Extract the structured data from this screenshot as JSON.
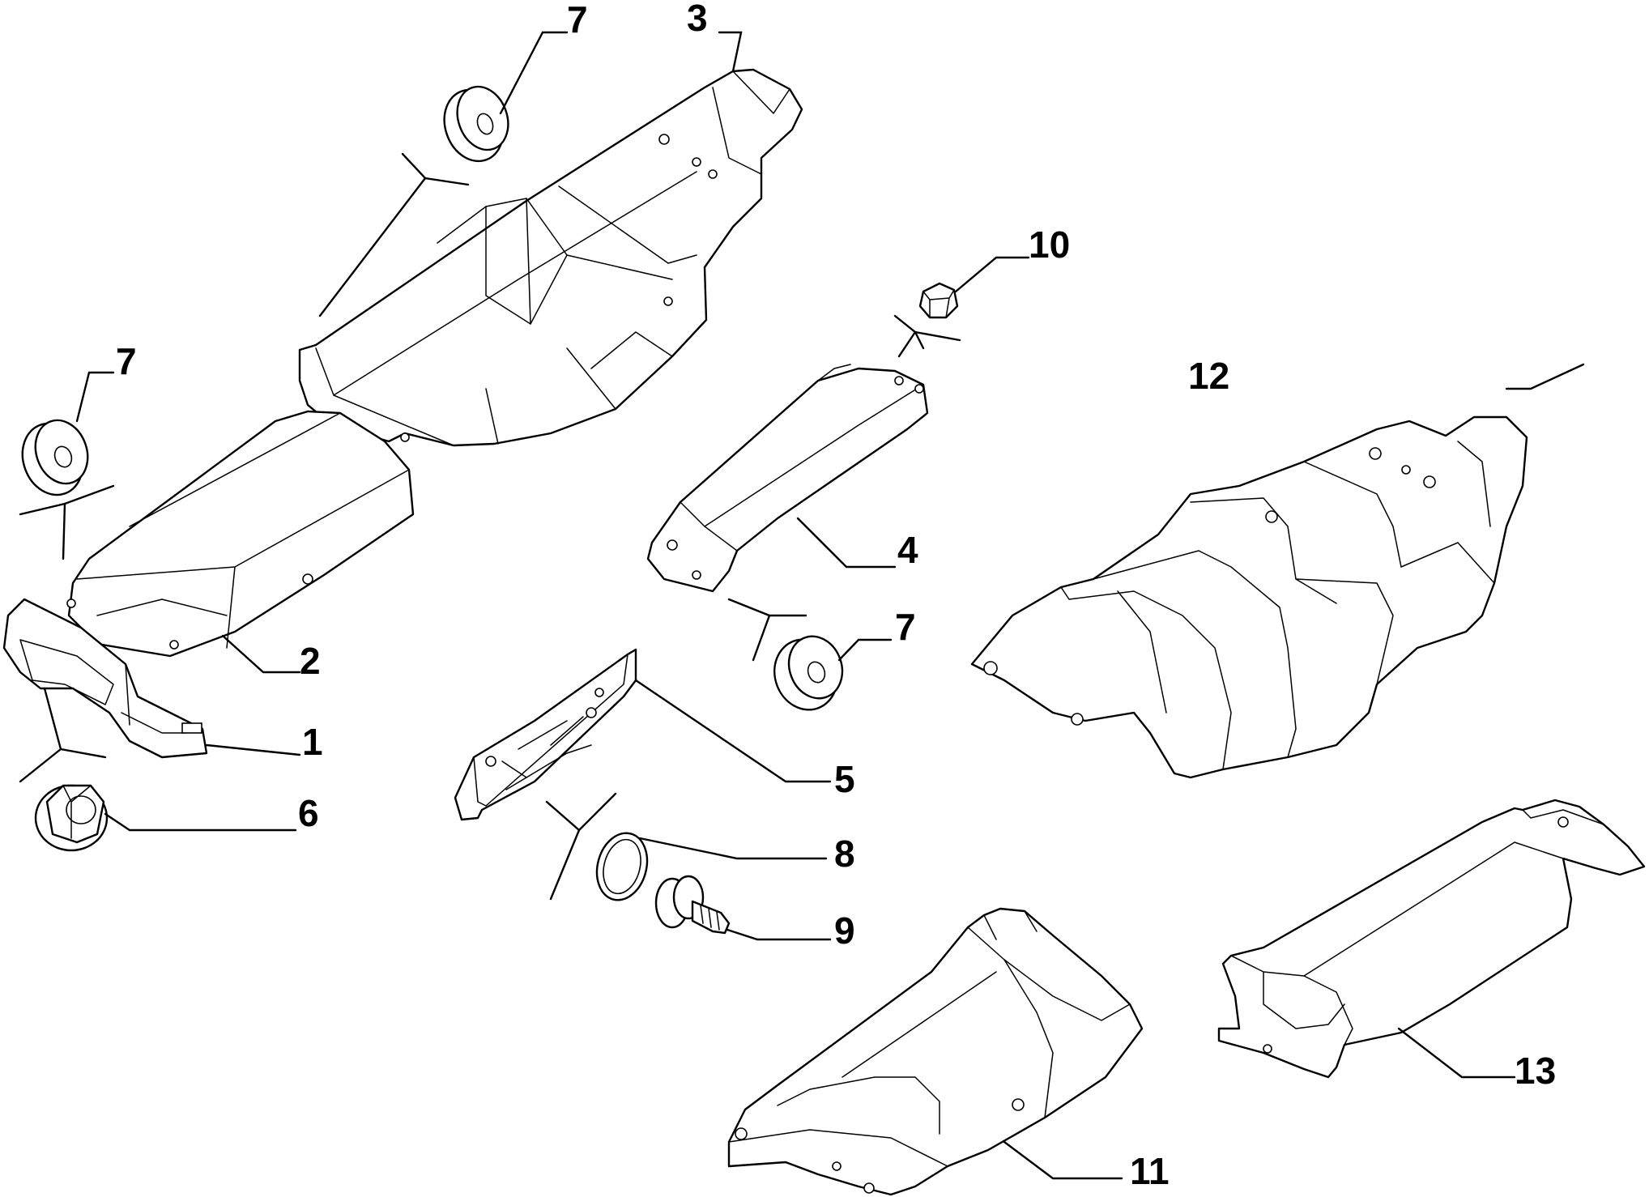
{
  "diagram": {
    "callouts": [
      {
        "id": "c1",
        "text": "1"
      },
      {
        "id": "c2",
        "text": "2"
      },
      {
        "id": "c3",
        "text": "3"
      },
      {
        "id": "c4",
        "text": "4"
      },
      {
        "id": "c5",
        "text": "5"
      },
      {
        "id": "c6",
        "text": "6"
      },
      {
        "id": "c7a",
        "text": "7"
      },
      {
        "id": "c7b",
        "text": "7"
      },
      {
        "id": "c7c",
        "text": "7"
      },
      {
        "id": "c8",
        "text": "8"
      },
      {
        "id": "c9",
        "text": "9"
      },
      {
        "id": "c10",
        "text": "10"
      },
      {
        "id": "c11",
        "text": "11"
      },
      {
        "id": "c12",
        "text": "12"
      },
      {
        "id": "c13",
        "text": "13"
      }
    ]
  }
}
